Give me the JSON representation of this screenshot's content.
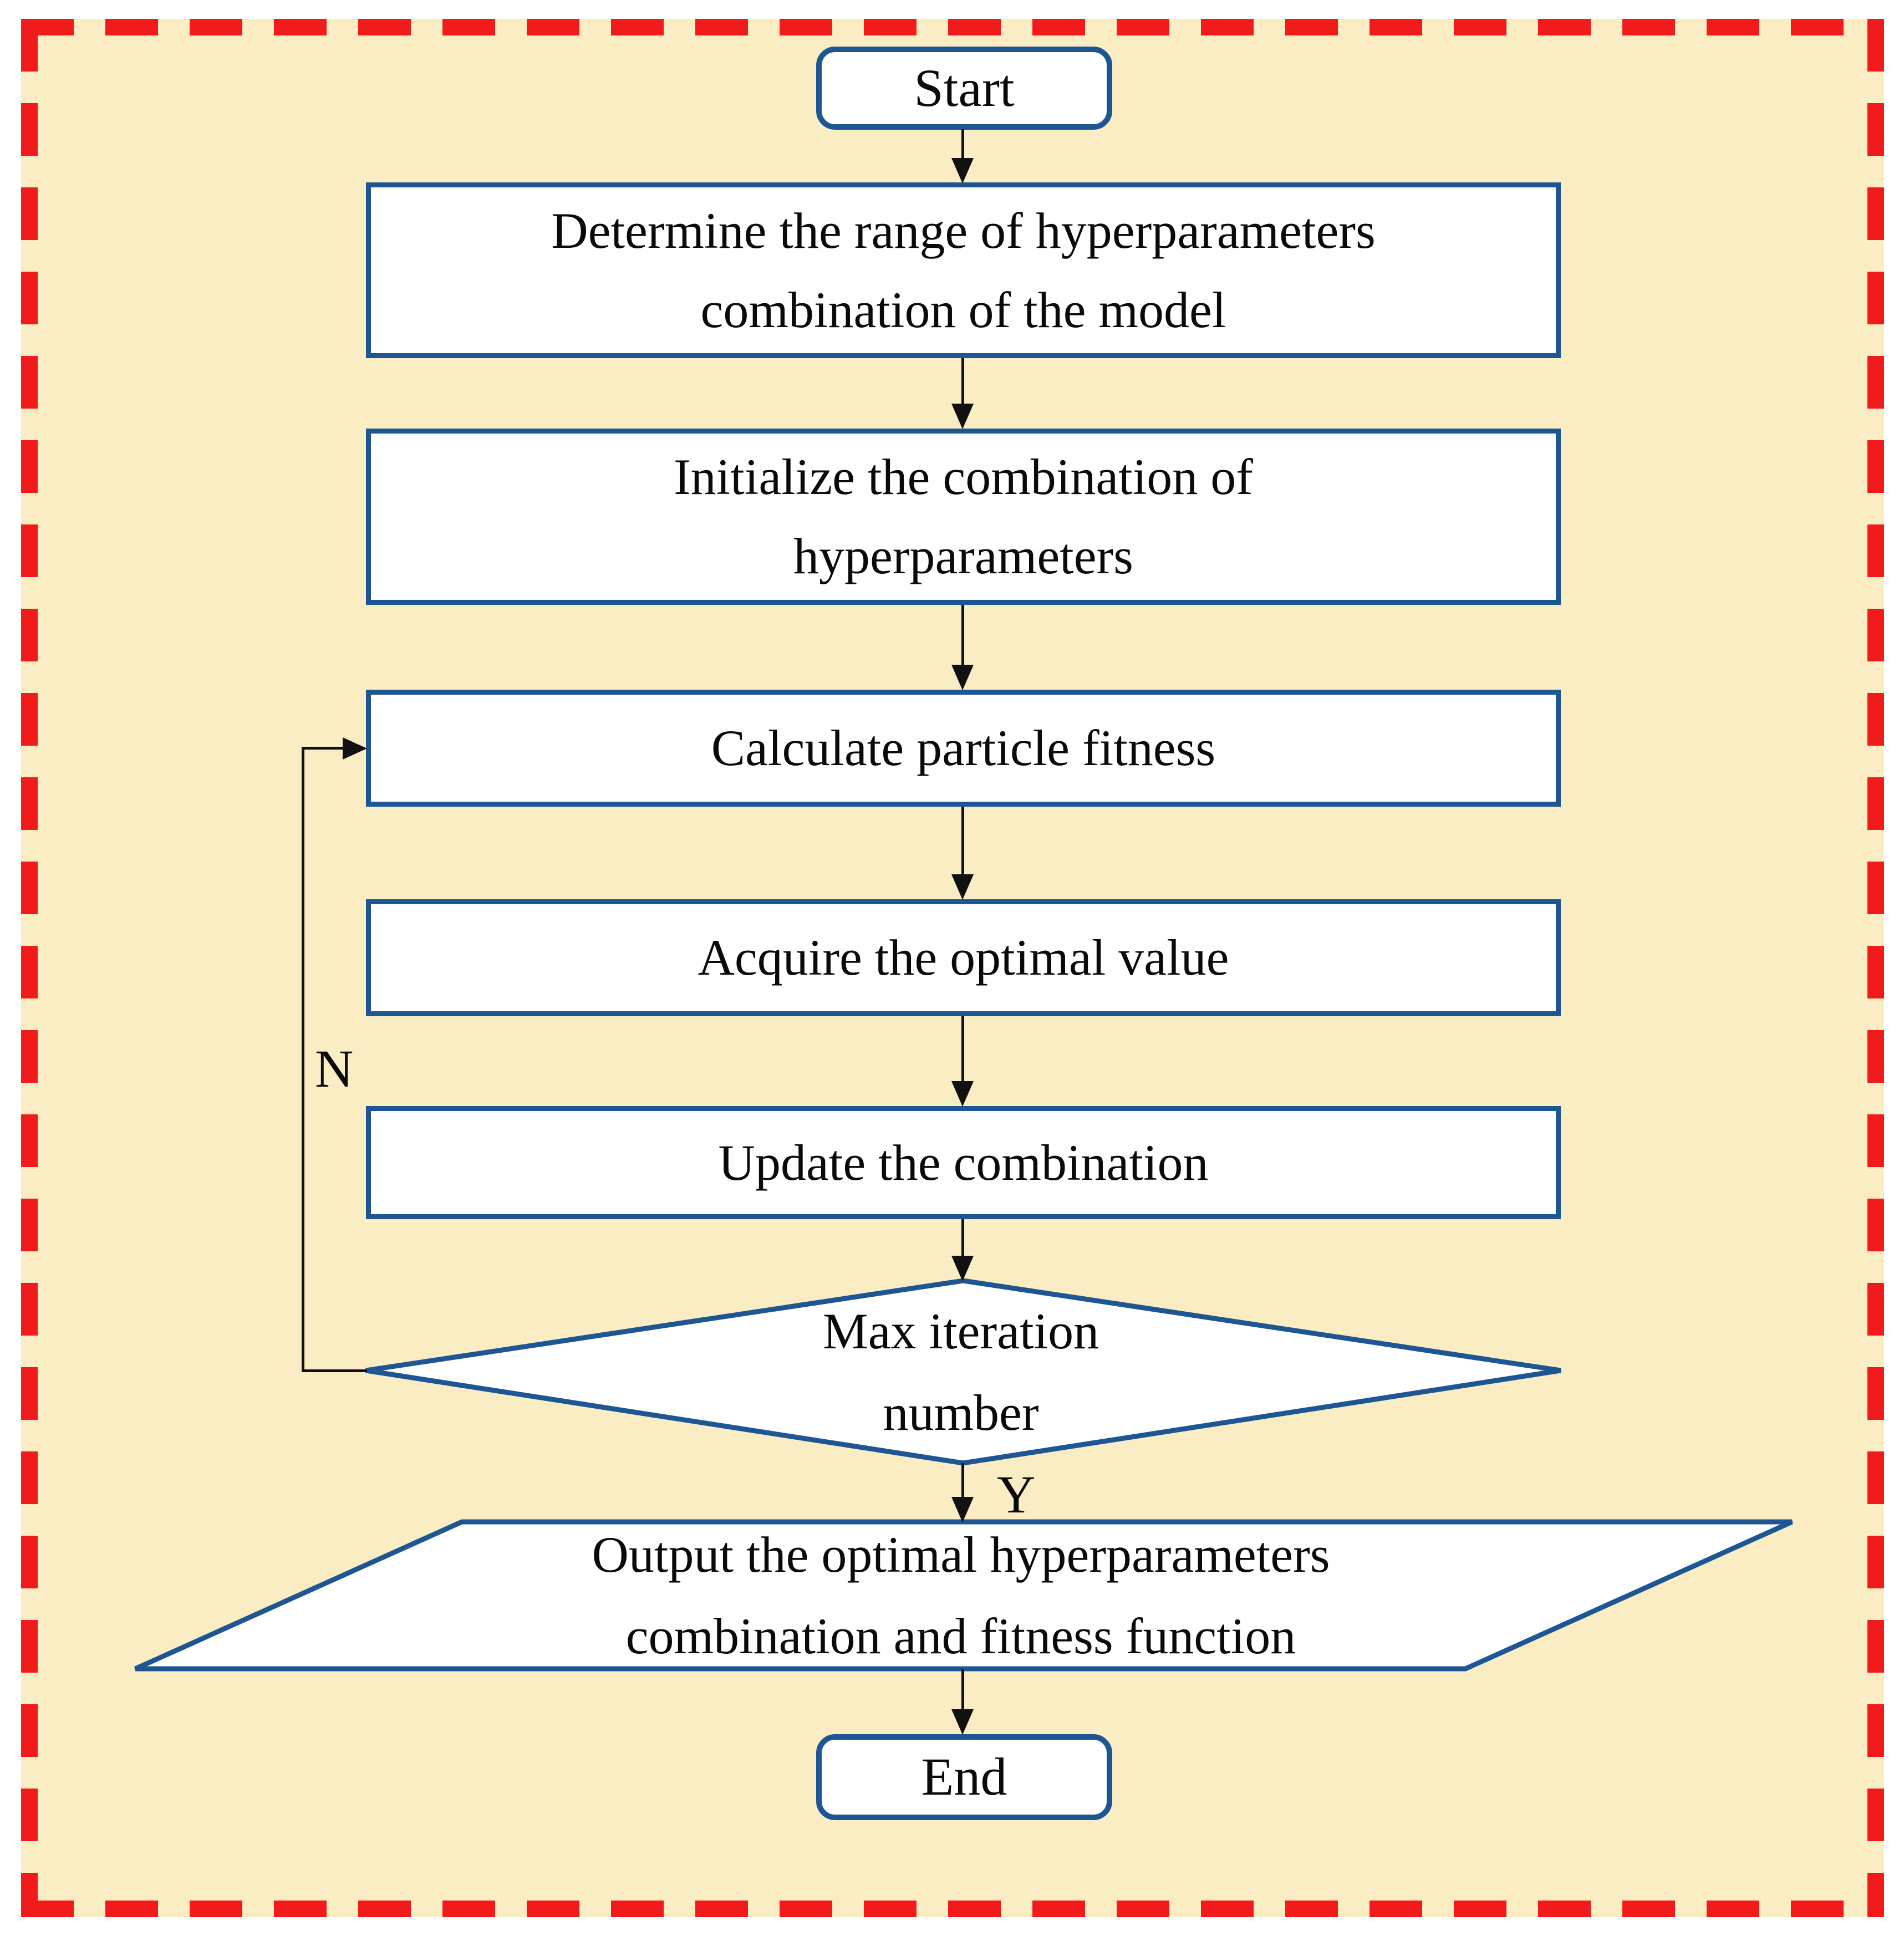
{
  "diagram": {
    "colors": {
      "bg": "#FAECC3",
      "frame": "#F21B1B",
      "node-border": "#1E5694",
      "node-fill": "#FFFFFF",
      "line": "#111111",
      "text": "#0A0A0A"
    },
    "nodes": {
      "start": {
        "label": "Start"
      },
      "determine": {
        "line1": "Determine the range of hyperparameters",
        "line2": "combination of the model"
      },
      "initialize": {
        "line1": "Initialize the combination of",
        "line2": "hyperparameters"
      },
      "calculate": {
        "label": "Calculate particle fitness"
      },
      "acquire": {
        "label": "Acquire the optimal value"
      },
      "update": {
        "label": "Update the combination"
      },
      "decision": {
        "line1": "Max iteration",
        "line2": "number"
      },
      "output": {
        "line1": "Output the optimal hyperparameters",
        "line2": "combination and fitness function"
      },
      "end": {
        "label": "End"
      }
    },
    "edge_labels": {
      "no": "N",
      "yes": "Y"
    }
  }
}
